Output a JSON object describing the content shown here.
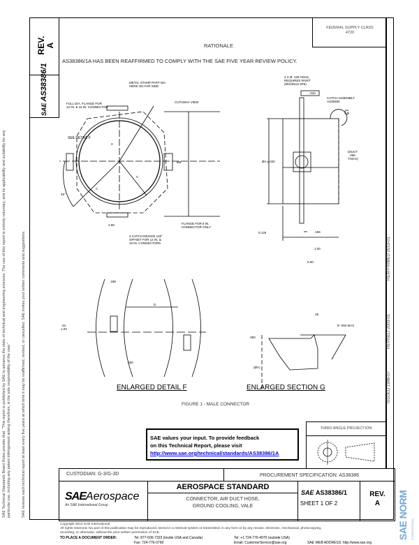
{
  "header": {
    "federal_supply_class_label": "FEDERAL SUPPLY CLASS",
    "federal_supply_class_value": "4720",
    "rationale_title": "RATIONALE",
    "rationale_text": "AS38386/1A HAS BEEN REAFFIRMED TO COMPLY WITH THE SAE FIVE YEAR REVIEW POLICY."
  },
  "left_column": {
    "rev_label": "REV.",
    "rev_value": "A",
    "doc_number": "AS38386/1",
    "sae_mark": "SAE"
  },
  "left_margin": {
    "rules_text": "SAE Technical Standards Board Rules provide that: \"This report is published by SAE to advance the state of technical and engineering sciences. The use of this report is entirely voluntary, and its applicability and suitability for any particular use, including any patent infringement arising therefrom, is the sole responsibility of the user.\"",
    "review_text": "SAE reviews each technical report at least every five years at which time it may be reaffirmed, revised, or cancelled. SAE invites your written comments and suggestions."
  },
  "right_margin": {
    "issued": "ISSUED 1996-07",
    "revised": "REVISED 2003-01",
    "reaffirmed": "REAFFIRMED 2013-01"
  },
  "drawing": {
    "labels": {
      "metal_stamp": [
        "METAL STAMP PART NO.",
        "HERE ON FAR SIDE"
      ],
      "full_dia_flange": [
        "FULL DIA. FLANGE FOR",
        "12 IN. & 16 IN. CONNECTOR"
      ],
      "cutaway_view": "CUTAWAY VIEW",
      "see_detail_f": "SEE DETAIL F",
      "c": "C",
      "angle_45": "45°",
      "dim_458": "4.58",
      "dim_b": "ØB",
      "flange_8in": [
        "FLANGE FOR 8 IN.",
        "CONNECTOR ONLY"
      ],
      "catch_design": [
        "3 CATCH DESIGN 120°",
        "OFFSET FOR 12 IN. &",
        "16 IN. CONNECTORS"
      ],
      "hole_note": [
        "4 X Ø .128 HOLE,",
        "REQUIRES RIVET",
        "(MS20613-4P6)"
      ],
      "tolerance_010": ".010",
      "catch_assembly": [
        "CATCH ASSEMBLY",
        "AS38384"
      ],
      "g": "G",
      "dim_a": "ØA ±.020",
      "duct_thick": [
        "(DUCT",
        ".059",
        "THICK)"
      ],
      "dim_0125": "0.125",
      "dim_156": ".156",
      "dim_100": "1.00",
      "dim_500": "5.00",
      "dim_188": ".188",
      "dim_d": "D",
      "dim_81": [
        ".81",
        "±.03"
      ],
      "dim_500b": ".500",
      "dim_25": ".25",
      "r_max": "R .093 MAX",
      "dim_060": ".060",
      "dim_da": "(ØA)",
      "detail_f_title": "ENLARGED DETAIL F",
      "section_g_title": "ENLARGED SECTION G",
      "figure_caption": "FIGURE 1 - MALE CONNECTOR"
    }
  },
  "feedback": {
    "line1": "SAE values your input. To provide feedback",
    "line2": "on this Technical Report, please visit",
    "link": "http://www.sae.org/technical/standards/AS38386/1A"
  },
  "projection": {
    "label": "THIRD ANGLE PROJECTION"
  },
  "title_block": {
    "custodian": "CUSTODIAN: G-3/G-3D",
    "procurement": "PROCUREMENT SPECIFICATION: AS38386",
    "logo_sae": "SAE",
    "logo_aerospace": "Aerospace",
    "logo_tagline": "An SAE International Group",
    "standard_type": "AEROSPACE STANDARD",
    "title_line1": "CONNECTOR, AIR DUCT HOSE,",
    "title_line2": "GROUND COOLING, VALE",
    "doc_sae": "SAE",
    "doc_number": "AS38386/1",
    "sheet": "SHEET 1 OF 2",
    "rev_label": "REV.",
    "rev_value": "A"
  },
  "footer": {
    "copyright": "Copyright 2013 SAE International",
    "rights1": "All rights reserved. No part of this publication may be reproduced, stored in a retrieval system or transmitted, in any form or by any means, electronic, mechanical, photocopying,",
    "rights2": "recording, or otherwise, without the prior written permission of SAE.",
    "order_label": "TO PLACE A DOCUMENT ORDER:",
    "tel_us": "Tel: 877-606-7323 (inside USA and Canada)",
    "fax": "Fax: 724-776-0790",
    "tel_intl": "Tel: +1 724-776-4970 (outside USA)",
    "email": "Email: CustomerService@sae.org",
    "web": "SAE WEB ADDRESS: http://www.sae.org",
    "watermark": "SAE NORM",
    "watermark_sub": "INTERNATIONAL"
  },
  "colors": {
    "link": "#0000ee",
    "watermark": "#5a9bd5"
  }
}
